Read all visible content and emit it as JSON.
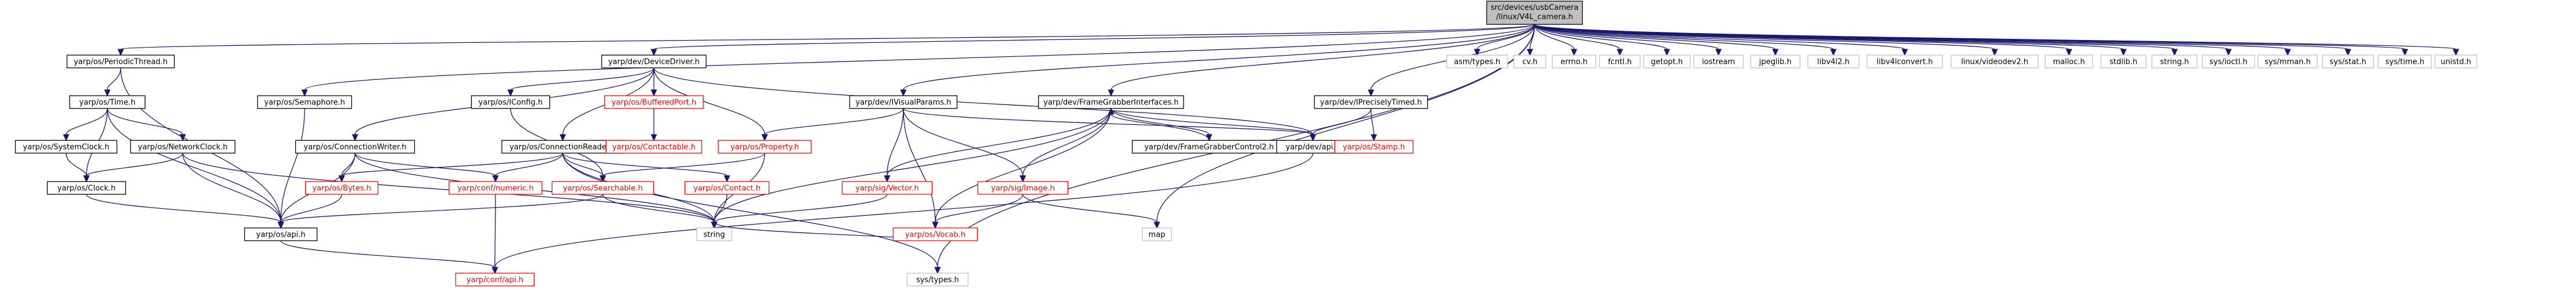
{
  "colors": {
    "edge": "#191970",
    "root_fill": "#bfbfbf",
    "text_black": "#000000",
    "text_red": "#ff0000",
    "box_red": "#ff0000",
    "box_black": "#000000"
  },
  "root": {
    "label_line1": "src/devices/usbCamera",
    "label_line2": "/linux/V4L_camera.h"
  },
  "nodes": [
    {
      "id": "root",
      "lines": [
        "src/devices/usbCamera",
        "/linux/V4L_camera.h"
      ],
      "style": "root"
    },
    {
      "id": "periodicthread",
      "lines": [
        "yarp/os/PeriodicThread.h"
      ],
      "style": "normal"
    },
    {
      "id": "devicedriver",
      "lines": [
        "yarp/dev/DeviceDriver.h"
      ],
      "style": "normal"
    },
    {
      "id": "semaphore",
      "lines": [
        "yarp/os/Semaphore.h"
      ],
      "style": "normal"
    },
    {
      "id": "ivisualparams",
      "lines": [
        "yarp/dev/IVisualParams.h"
      ],
      "style": "normal"
    },
    {
      "id": "framegrabberinterfaces",
      "lines": [
        "yarp/dev/FrameGrabberInterfaces.h"
      ],
      "style": "normal"
    },
    {
      "id": "iprecisely",
      "lines": [
        "yarp/dev/IPreciselyTimed.h"
      ],
      "style": "normal"
    },
    {
      "id": "asm",
      "lines": [
        "asm/types.h"
      ],
      "style": "plain"
    },
    {
      "id": "cv",
      "lines": [
        "cv.h"
      ],
      "style": "plain"
    },
    {
      "id": "errno",
      "lines": [
        "errno.h"
      ],
      "style": "plain"
    },
    {
      "id": "fcntl",
      "lines": [
        "fcntl.h"
      ],
      "style": "plain"
    },
    {
      "id": "getopt",
      "lines": [
        "getopt.h"
      ],
      "style": "plain"
    },
    {
      "id": "iostream",
      "lines": [
        "iostream"
      ],
      "style": "plain"
    },
    {
      "id": "jpeglib",
      "lines": [
        "jpeglib.h"
      ],
      "style": "plain"
    },
    {
      "id": "libv4l2",
      "lines": [
        "libv4l2.h"
      ],
      "style": "plain"
    },
    {
      "id": "libv4lconvert",
      "lines": [
        "libv4lconvert.h"
      ],
      "style": "plain"
    },
    {
      "id": "videodev2",
      "lines": [
        "linux/videodev2.h"
      ],
      "style": "plain"
    },
    {
      "id": "malloc",
      "lines": [
        "malloc.h"
      ],
      "style": "plain"
    },
    {
      "id": "stdlib",
      "lines": [
        "stdlib.h"
      ],
      "style": "plain"
    },
    {
      "id": "string_h",
      "lines": [
        "string.h"
      ],
      "style": "plain"
    },
    {
      "id": "ioctl",
      "lines": [
        "sys/ioctl.h"
      ],
      "style": "plain"
    },
    {
      "id": "mman",
      "lines": [
        "sys/mman.h"
      ],
      "style": "plain"
    },
    {
      "id": "stat",
      "lines": [
        "sys/stat.h"
      ],
      "style": "plain"
    },
    {
      "id": "time_h",
      "lines": [
        "sys/time.h"
      ],
      "style": "plain"
    },
    {
      "id": "unistd",
      "lines": [
        "unistd.h"
      ],
      "style": "plain"
    },
    {
      "id": "ostime",
      "lines": [
        "yarp/os/Time.h"
      ],
      "style": "normal"
    },
    {
      "id": "systemclock",
      "lines": [
        "yarp/os/SystemClock.h"
      ],
      "style": "normal"
    },
    {
      "id": "networkclock",
      "lines": [
        "yarp/os/NetworkClock.h"
      ],
      "style": "normal"
    },
    {
      "id": "osclock",
      "lines": [
        "yarp/os/Clock.h"
      ],
      "style": "normal"
    },
    {
      "id": "osapi",
      "lines": [
        "yarp/os/api.h"
      ],
      "style": "normal"
    },
    {
      "id": "confapi",
      "lines": [
        "yarp/conf/api.h"
      ],
      "style": "red"
    },
    {
      "id": "iconfig",
      "lines": [
        "yarp/os/IConfig.h"
      ],
      "style": "normal"
    },
    {
      "id": "connectionwriter",
      "lines": [
        "yarp/os/ConnectionWriter.h"
      ],
      "style": "normal"
    },
    {
      "id": "connectionreader",
      "lines": [
        "yarp/os/ConnectionReader.h"
      ],
      "style": "normal"
    },
    {
      "id": "bufferedport",
      "lines": [
        "yarp/os/BufferedPort.h"
      ],
      "style": "red"
    },
    {
      "id": "contactable",
      "lines": [
        "yarp/os/Contactable.h"
      ],
      "style": "red"
    },
    {
      "id": "property",
      "lines": [
        "yarp/os/Property.h"
      ],
      "style": "red"
    },
    {
      "id": "bytes",
      "lines": [
        "yarp/os/Bytes.h"
      ],
      "style": "red"
    },
    {
      "id": "numeric",
      "lines": [
        "yarp/conf/numeric.h"
      ],
      "style": "red"
    },
    {
      "id": "searchable",
      "lines": [
        "yarp/os/Searchable.h"
      ],
      "style": "red"
    },
    {
      "id": "oscontact",
      "lines": [
        "yarp/os/Contact.h"
      ],
      "style": "red"
    },
    {
      "id": "string",
      "lines": [
        "string"
      ],
      "style": "plain"
    },
    {
      "id": "sigvector",
      "lines": [
        "yarp/sig/Vector.h"
      ],
      "style": "red"
    },
    {
      "id": "sigimage",
      "lines": [
        "yarp/sig/Image.h"
      ],
      "style": "red"
    },
    {
      "id": "vocab",
      "lines": [
        "yarp/os/Vocab.h"
      ],
      "style": "red"
    },
    {
      "id": "map",
      "lines": [
        "map"
      ],
      "style": "plain"
    },
    {
      "id": "systypes",
      "lines": [
        "sys/types.h"
      ],
      "style": "plain"
    },
    {
      "id": "framegrabbercontrol2",
      "lines": [
        "yarp/dev/FrameGrabberControl2.h"
      ],
      "style": "normal"
    },
    {
      "id": "devapi",
      "lines": [
        "yarp/dev/api.h"
      ],
      "style": "normal"
    },
    {
      "id": "stamp",
      "lines": [
        "yarp/os/Stamp.h"
      ],
      "style": "red"
    }
  ]
}
